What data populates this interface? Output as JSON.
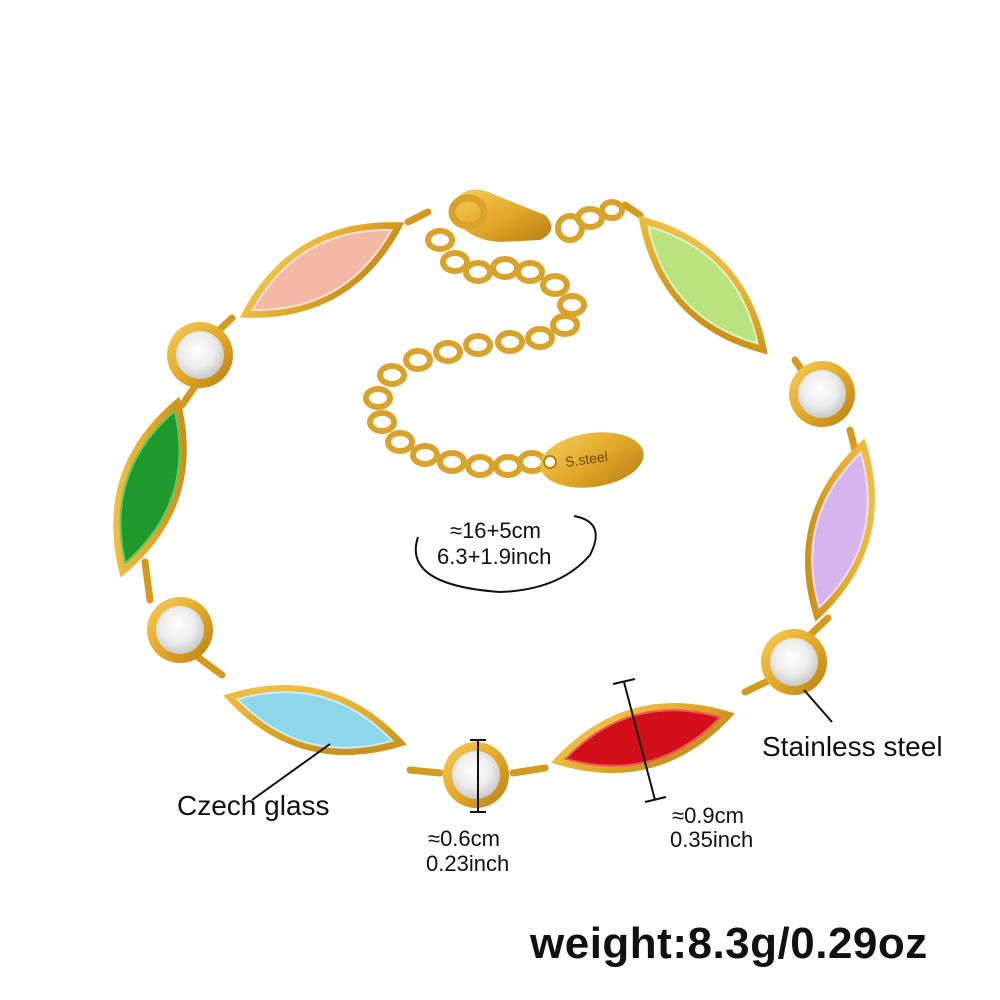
{
  "product": {
    "tag_text": "S.steel",
    "length_cm": "≈16+5cm",
    "length_inch": "6.3+1.9inch",
    "round_stone_cm": "≈0.6cm",
    "round_stone_inch": "0.23inch",
    "marquise_cm": "≈0.9cm",
    "marquise_inch": "0.35inch",
    "callout_glass": "Czech glass",
    "callout_steel": "Stainless steel",
    "weight": "weight:8.3g/0.29oz"
  },
  "colors": {
    "gold": "#E2A92A",
    "gold_dark": "#B97F12",
    "stone_peach": "#F4B9A6",
    "stone_lime": "#B8E37E",
    "stone_green": "#1E9A2C",
    "stone_lavender": "#D6B5EE",
    "stone_aqua": "#8ED6EA",
    "stone_red": "#D3101A",
    "stone_clear": "#F4F4F2"
  }
}
